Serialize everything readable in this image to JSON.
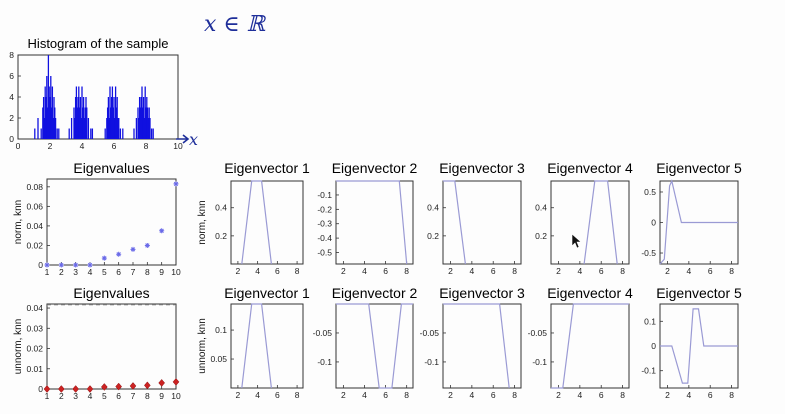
{
  "annotation": {
    "text": "x ∈ ℝ",
    "axis_arrow_label": "x",
    "color": "#1e2e9a"
  },
  "colors": {
    "histogram": "#1010e0",
    "eig_norm_marker": "#6a6ae8",
    "eig_unnorm_marker": "#cc2222",
    "eigvec_line": "#9a9ad4",
    "axis": "#333333"
  },
  "chart_data": [
    {
      "type": "bar",
      "title": "Histogram of the sample",
      "xlim": [
        0,
        10
      ],
      "ylim": [
        0,
        8
      ],
      "xticks": [
        "0",
        "2",
        "4",
        "6",
        "8",
        "10"
      ],
      "yticks": [
        "0",
        "2",
        "4",
        "6",
        "8"
      ],
      "bin_width": 0.05,
      "x": [
        1.05,
        1.25,
        1.45,
        1.55,
        1.6,
        1.65,
        1.7,
        1.75,
        1.8,
        1.85,
        1.9,
        1.95,
        2.0,
        2.05,
        2.1,
        2.15,
        2.2,
        2.25,
        2.3,
        2.35,
        2.45,
        2.55,
        3.2,
        3.35,
        3.5,
        3.55,
        3.6,
        3.65,
        3.7,
        3.75,
        3.8,
        3.85,
        3.9,
        3.95,
        4.0,
        4.05,
        4.1,
        4.15,
        4.2,
        4.25,
        4.3,
        4.4,
        4.55,
        4.65,
        5.45,
        5.55,
        5.6,
        5.65,
        5.7,
        5.75,
        5.8,
        5.85,
        5.9,
        5.95,
        6.0,
        6.05,
        6.1,
        6.15,
        6.2,
        6.25,
        6.3,
        6.4,
        6.55,
        7.25,
        7.4,
        7.5,
        7.55,
        7.6,
        7.65,
        7.7,
        7.75,
        7.8,
        7.85,
        7.9,
        7.95,
        8.0,
        8.05,
        8.1,
        8.15,
        8.2,
        8.25,
        8.35,
        8.45,
        8.6
      ],
      "values": [
        1,
        2,
        1,
        3,
        4,
        2,
        5,
        4,
        6,
        3,
        8,
        5,
        4,
        6,
        3,
        5,
        2,
        4,
        3,
        2,
        1,
        1,
        1,
        2,
        3,
        2,
        4,
        5,
        3,
        4,
        5,
        3,
        4,
        2,
        5,
        3,
        4,
        2,
        3,
        4,
        3,
        2,
        1,
        1,
        1,
        2,
        3,
        4,
        2,
        5,
        3,
        4,
        5,
        3,
        4,
        2,
        5,
        3,
        4,
        2,
        2,
        1,
        1,
        1,
        2,
        3,
        2,
        4,
        3,
        4,
        5,
        3,
        4,
        2,
        5,
        3,
        4,
        3,
        2,
        3,
        2,
        1,
        1
      ]
    },
    {
      "type": "scatter",
      "title": "Eigenvalues",
      "ylabel": "norm, knn",
      "x": [
        1,
        2,
        3,
        4,
        5,
        6,
        7,
        8,
        9,
        10
      ],
      "values": [
        0,
        0,
        0,
        0,
        0.007,
        0.011,
        0.016,
        0.02,
        0.035,
        0.083
      ],
      "xlim": [
        1,
        10
      ],
      "ylim": [
        0,
        0.088
      ],
      "xticks": [
        "1",
        "2",
        "3",
        "4",
        "5",
        "6",
        "7",
        "8",
        "9",
        "10"
      ],
      "yticks": [
        "0",
        "0.02",
        "0.04",
        "0.06",
        "0.08"
      ],
      "marker": "star"
    },
    {
      "type": "scatter",
      "title": "Eigenvalues",
      "ylabel": "unnorm, knn",
      "x": [
        1,
        2,
        3,
        4,
        5,
        6,
        7,
        8,
        9,
        10
      ],
      "values": [
        0,
        0,
        0,
        0,
        0.001,
        0.0012,
        0.0015,
        0.0018,
        0.003,
        0.0035
      ],
      "xlim": [
        1,
        10
      ],
      "ylim": [
        0,
        0.042
      ],
      "xticks": [
        "1",
        "2",
        "3",
        "4",
        "5",
        "6",
        "7",
        "8",
        "9",
        "10"
      ],
      "yticks": [
        "0",
        "0.01",
        "0.02",
        "0.03",
        "0.04"
      ],
      "marker": "diamond"
    },
    {
      "type": "line",
      "title": "Eigenvector 1",
      "ylabel": "norm, knn",
      "x": [
        2.4,
        3.4,
        4.4,
        5.4
      ],
      "values": [
        0,
        0.59,
        0.59,
        0
      ],
      "xlim": [
        1.3,
        8.6
      ],
      "ylim": [
        0,
        0.59
      ],
      "xticks": [
        "2",
        "4",
        "6",
        "8"
      ],
      "yticks": [
        "0.2",
        "0.4"
      ]
    },
    {
      "type": "line",
      "title": "Eigenvector 2",
      "x": [
        1.3,
        7.3,
        8.0
      ],
      "values": [
        -0.003,
        -0.003,
        -0.58
      ],
      "xlim": [
        1.3,
        8.6
      ],
      "ylim": [
        -0.58,
        -0.003
      ],
      "xticks": [
        "2",
        "4",
        "6",
        "8"
      ],
      "yticks": [
        "-0.1",
        "-0.2",
        "-0.3",
        "-0.4",
        "-0.5"
      ]
    },
    {
      "type": "line",
      "title": "Eigenvector 3",
      "x": [
        1.3,
        2.4,
        3.4
      ],
      "values": [
        0.59,
        0.59,
        0
      ],
      "xlim": [
        1.3,
        8.6
      ],
      "ylim": [
        0,
        0.59
      ],
      "xticks": [
        "2",
        "4",
        "6",
        "8"
      ],
      "yticks": [
        "0.2",
        "0.4"
      ]
    },
    {
      "type": "line",
      "title": "Eigenvector 4",
      "x": [
        4.4,
        5.4,
        6.6,
        7.5
      ],
      "values": [
        0,
        0.59,
        0.59,
        0
      ],
      "xlim": [
        1.3,
        8.6
      ],
      "ylim": [
        0,
        0.59
      ],
      "xticks": [
        "2",
        "4",
        "6",
        "8"
      ],
      "yticks": [
        "0.2",
        "0.4"
      ]
    },
    {
      "type": "line",
      "title": "Eigenvector 5",
      "x": [
        1.3,
        1.7,
        2.2,
        2.4,
        3.3,
        8.6
      ],
      "values": [
        -0.68,
        -0.6,
        0.6,
        0.68,
        0,
        0
      ],
      "xlim": [
        1.3,
        8.6
      ],
      "ylim": [
        -0.68,
        0.68
      ],
      "xticks": [
        "2",
        "4",
        "6",
        "8"
      ],
      "yticks": [
        "-0.5",
        "0",
        "0.5"
      ]
    },
    {
      "type": "line",
      "title": "Eigenvector 1",
      "ylabel": "unnorm, knn",
      "x": [
        2.4,
        3.4,
        4.4,
        5.4
      ],
      "values": [
        0,
        0.145,
        0.145,
        0
      ],
      "xlim": [
        1.3,
        8.6
      ],
      "ylim": [
        0,
        0.145
      ],
      "xticks": [
        "2",
        "4",
        "6",
        "8"
      ],
      "yticks": [
        "0.05",
        "0.1"
      ]
    },
    {
      "type": "line",
      "title": "Eigenvector 2",
      "x": [
        1.3,
        4.4,
        5.4,
        6.6,
        7.5,
        8.6
      ],
      "values": [
        0,
        0,
        -0.145,
        -0.145,
        0,
        0
      ],
      "xlim": [
        1.3,
        8.6
      ],
      "ylim": [
        -0.145,
        0
      ],
      "xticks": [
        "2",
        "4",
        "6",
        "8"
      ],
      "yticks": [
        "-0.05",
        "-0.1"
      ]
    },
    {
      "type": "line",
      "title": "Eigenvector 3",
      "x": [
        1.3,
        6.6,
        7.5
      ],
      "values": [
        0,
        0,
        -0.145
      ],
      "xlim": [
        1.3,
        8.6
      ],
      "ylim": [
        -0.145,
        0
      ],
      "xticks": [
        "2",
        "4",
        "6",
        "8"
      ],
      "yticks": [
        "-0.05",
        "-0.1"
      ]
    },
    {
      "type": "line",
      "title": "Eigenvector 4",
      "x": [
        1.3,
        2.4,
        3.4,
        8.6
      ],
      "values": [
        -0.145,
        -0.145,
        0,
        0
      ],
      "xlim": [
        1.3,
        8.6
      ],
      "ylim": [
        -0.145,
        0
      ],
      "xticks": [
        "2",
        "4",
        "6",
        "8"
      ],
      "yticks": [
        "-0.05",
        "-0.1"
      ]
    },
    {
      "type": "line",
      "title": "Eigenvector 5",
      "x": [
        1.3,
        2.4,
        3.4,
        3.9,
        4.4,
        4.9,
        5.4,
        8.6
      ],
      "values": [
        0,
        0,
        -0.15,
        -0.15,
        0.15,
        0.15,
        0,
        0
      ],
      "xlim": [
        1.3,
        8.6
      ],
      "ylim": [
        -0.17,
        0.17
      ],
      "xticks": [
        "2",
        "4",
        "6",
        "8"
      ],
      "yticks": [
        "-0.1",
        "0",
        "0.1"
      ]
    }
  ]
}
